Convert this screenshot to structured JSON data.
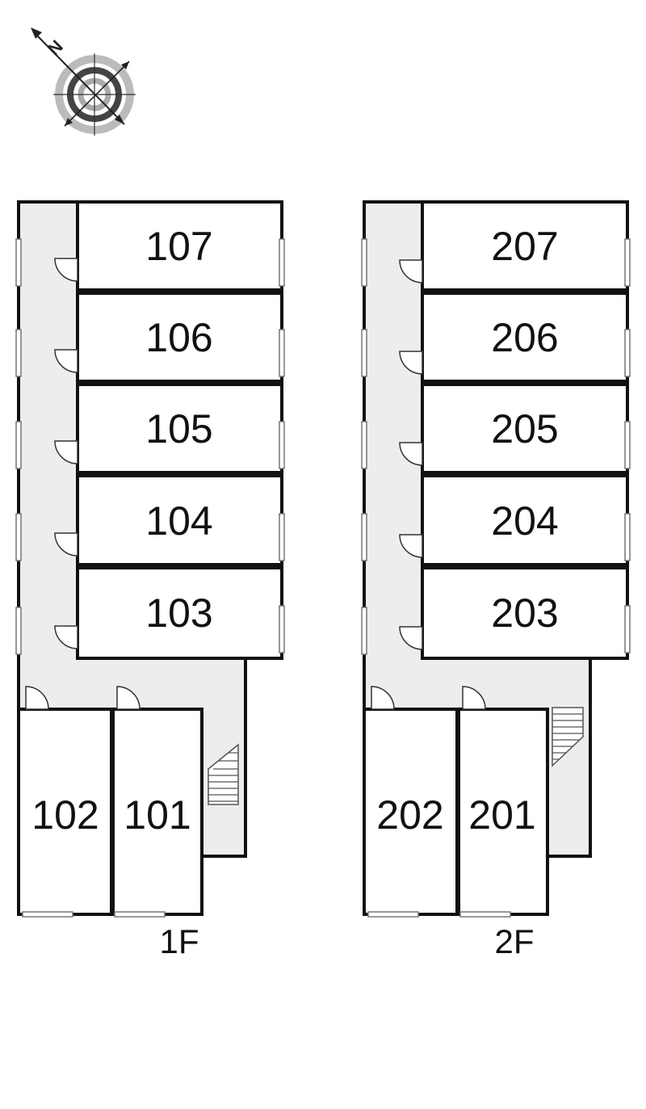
{
  "compass": {
    "north_letter": "N"
  },
  "floors": [
    {
      "id": "1f",
      "label": "1F",
      "rooms_stack": [
        "107",
        "106",
        "105",
        "104",
        "103"
      ],
      "rooms_bottom": [
        "102",
        "101"
      ]
    },
    {
      "id": "2f",
      "label": "2F",
      "rooms_stack": [
        "207",
        "206",
        "205",
        "204",
        "203"
      ],
      "rooms_bottom": [
        "202",
        "201"
      ]
    }
  ]
}
